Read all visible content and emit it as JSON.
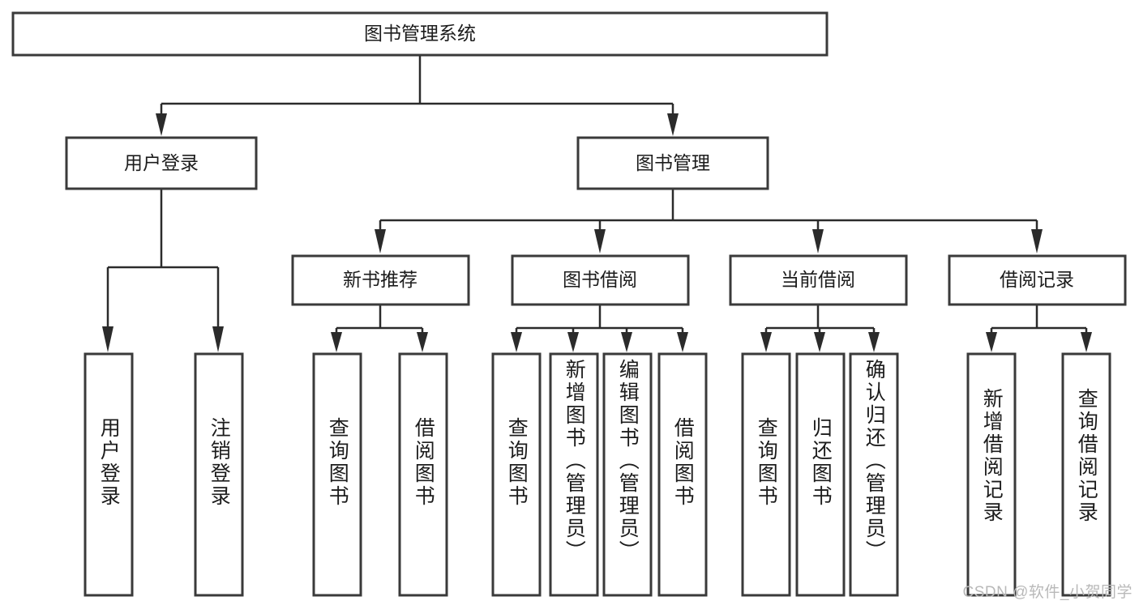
{
  "diagram": {
    "title": "图书管理系统",
    "type": "tree-hierarchy",
    "orientation": "top-down",
    "root": {
      "label": "图书管理系统"
    },
    "level2": [
      {
        "label": "用户登录"
      },
      {
        "label": "图书管理"
      }
    ],
    "level3": [
      {
        "label": "新书推荐"
      },
      {
        "label": "图书借阅"
      },
      {
        "label": "当前借阅"
      },
      {
        "label": "借阅记录"
      }
    ],
    "leaves": {
      "user_login": [
        {
          "label": "用户登录"
        },
        {
          "label": "注销登录"
        }
      ],
      "new_book_recommend": [
        {
          "label": "查询图书"
        },
        {
          "label": "借阅图书"
        }
      ],
      "book_borrow": [
        {
          "label": "查询图书"
        },
        {
          "label": "新增图书（管理员）"
        },
        {
          "label": "编辑图书（管理员）"
        },
        {
          "label": "借阅图书"
        }
      ],
      "current_borrow": [
        {
          "label": "查询图书"
        },
        {
          "label": "归还图书"
        },
        {
          "label": "确认归还（管理员）"
        }
      ],
      "borrow_record": [
        {
          "label": "新增借阅记录"
        },
        {
          "label": "查询借阅记录"
        }
      ]
    }
  },
  "watermark": {
    "text": "CSDN @软件_小贺同学"
  },
  "colors": {
    "box_stroke": "#3a3a3a",
    "edge": "#2b2b2b",
    "text": "#1c1c1c",
    "background": "#ffffff",
    "watermark": "#b9b9b9"
  }
}
